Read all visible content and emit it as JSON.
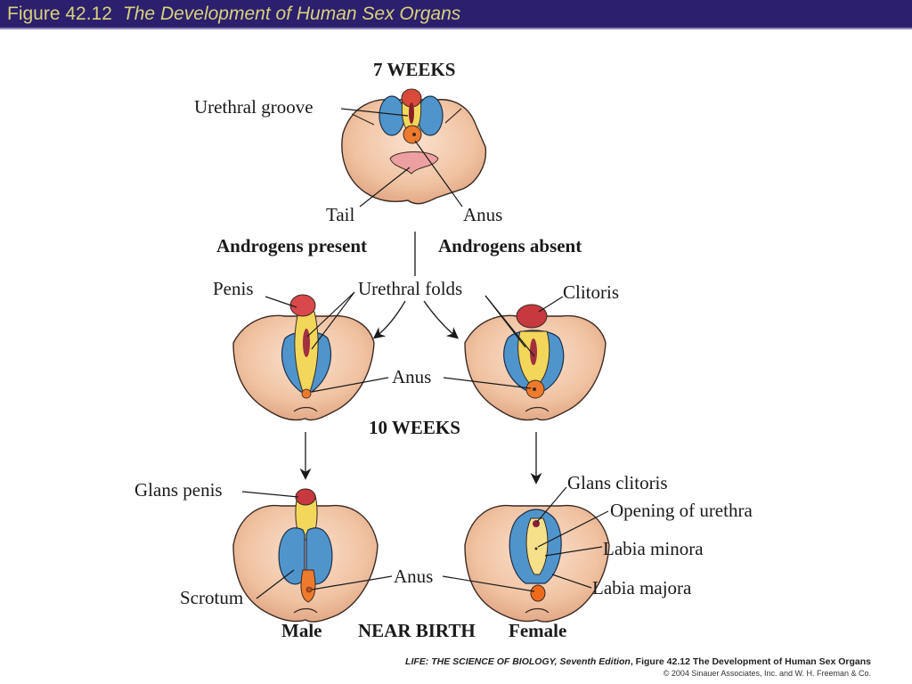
{
  "header": {
    "figure_number": "Figure 42.12",
    "figure_title": "The Development of Human Sex Organs"
  },
  "colors": {
    "title_bar": "#2b1f6e",
    "title_text": "#d9d27a",
    "skin": "#f0c7a8",
    "blue": "#4f95cc",
    "yellow": "#f3d75a",
    "red": "#c8383f",
    "orange": "#ee7a2c",
    "tail_pink": "#eda0a0"
  },
  "diagram": {
    "stages": {
      "seven_weeks": "7 WEEKS",
      "ten_weeks": "10 WEEKS",
      "near_birth": "NEAR BIRTH"
    },
    "branches": {
      "left": "Androgens present",
      "right": "Androgens absent"
    },
    "sex_labels": {
      "male": "Male",
      "female": "Female"
    },
    "labels": {
      "urethral_groove": "Urethral groove",
      "tail": "Tail",
      "anus_7w": "Anus",
      "penis": "Penis",
      "urethral_folds": "Urethral folds",
      "clitoris": "Clitoris",
      "anus_10w": "Anus",
      "glans_penis": "Glans penis",
      "scrotum": "Scrotum",
      "anus_birth": "Anus",
      "glans_clitoris": "Glans clitoris",
      "opening_of_urethra": "Opening of urethra",
      "labia_minora": "Labia minora",
      "labia_majora": "Labia majora"
    }
  },
  "credit": {
    "book": "LIFE: THE SCIENCE OF BIOLOGY, Seventh Edition",
    "figure_ref": ", Figure 42.12 The Development of Human Sex Organs",
    "copyright": "© 2004 Sinauer Associates, Inc. and W. H. Freeman & Co."
  }
}
